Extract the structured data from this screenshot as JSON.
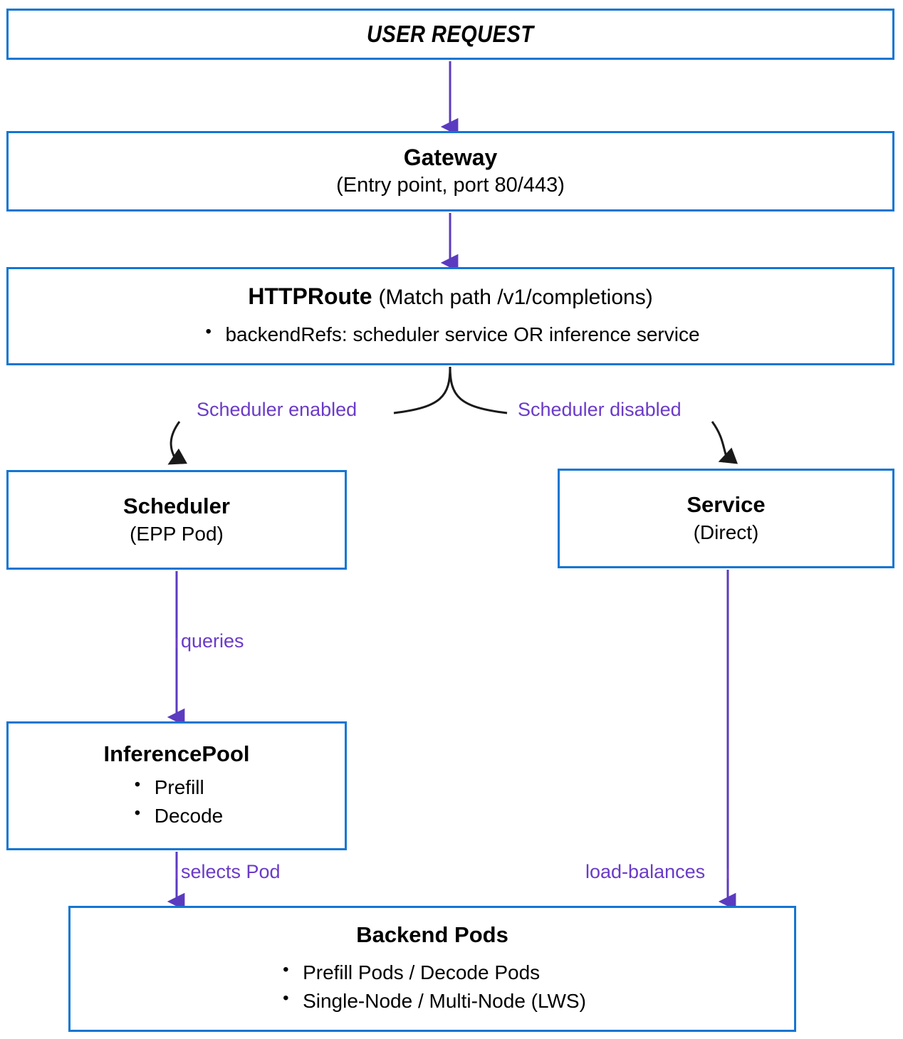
{
  "diagram": {
    "title": "Gateway inference request routing flow",
    "colors": {
      "node_border": "#1476d2",
      "edge_purple": "#6a3bc8",
      "edge_black": "#1a1a1a",
      "text": "#000000",
      "background": "#ffffff"
    },
    "nodes": {
      "user_request": {
        "title": "USER REQUEST"
      },
      "gateway": {
        "title": "Gateway",
        "subtitle": "(Entry point, port 80/443)"
      },
      "httproute": {
        "title": "HTTPRoute",
        "subtitle": "(Match path /v1/completions)",
        "bullets": [
          "backendRefs: scheduler service OR inference service"
        ]
      },
      "scheduler": {
        "title": "Scheduler",
        "subtitle": "(EPP Pod)"
      },
      "service": {
        "title": "Service",
        "subtitle": "(Direct)"
      },
      "inferencepool": {
        "title": "InferencePool",
        "bullets": [
          "Prefill",
          "Decode"
        ]
      },
      "backendpods": {
        "title": "Backend Pods",
        "bullets": [
          "Prefill Pods / Decode Pods",
          "Single-Node / Multi-Node (LWS)"
        ]
      }
    },
    "edge_labels": {
      "scheduler_enabled": "Scheduler enabled",
      "scheduler_disabled": "Scheduler disabled",
      "queries": "queries",
      "selects_pod": "selects Pod",
      "load_balances": "load-balances"
    }
  }
}
